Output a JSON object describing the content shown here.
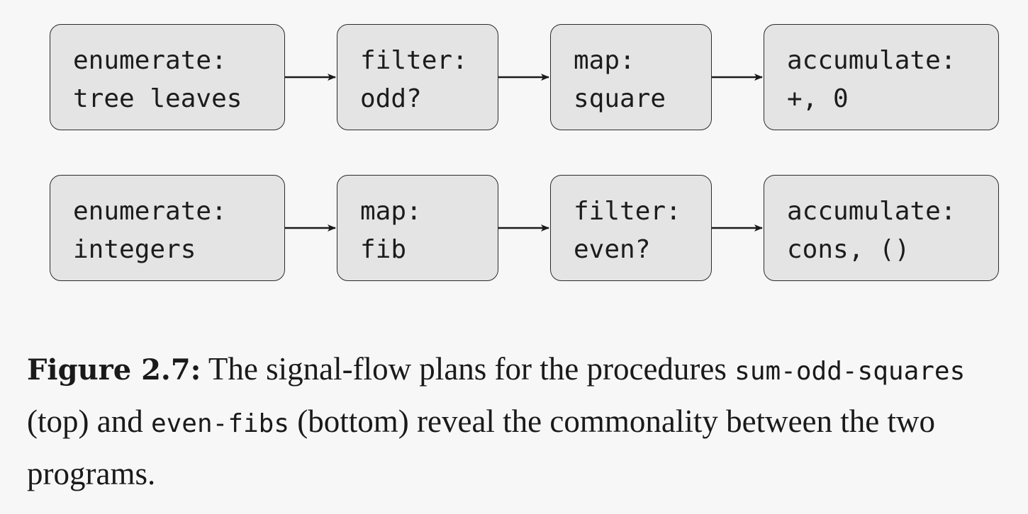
{
  "pipelines": [
    {
      "stages": [
        {
          "line1": "enumerate:",
          "line2": "tree leaves"
        },
        {
          "line1": "filter:",
          "line2": "odd?"
        },
        {
          "line1": "map:",
          "line2": "square"
        },
        {
          "line1": "accumulate:",
          "line2": "+, 0"
        }
      ]
    },
    {
      "stages": [
        {
          "line1": "enumerate:",
          "line2": "integers"
        },
        {
          "line1": "map:",
          "line2": "fib"
        },
        {
          "line1": "filter:",
          "line2": "even?"
        },
        {
          "line1": "accumulate:",
          "line2": "cons, ()"
        }
      ]
    }
  ],
  "caption": {
    "label": "Figure 2.7:",
    "text1": " The signal-flow plans for the procedures ",
    "code1": "sum-odd-squares",
    "text2": " (top) and ",
    "code2": "even-fibs",
    "text3": " (bottom) reveal the commonality between the two programs."
  }
}
